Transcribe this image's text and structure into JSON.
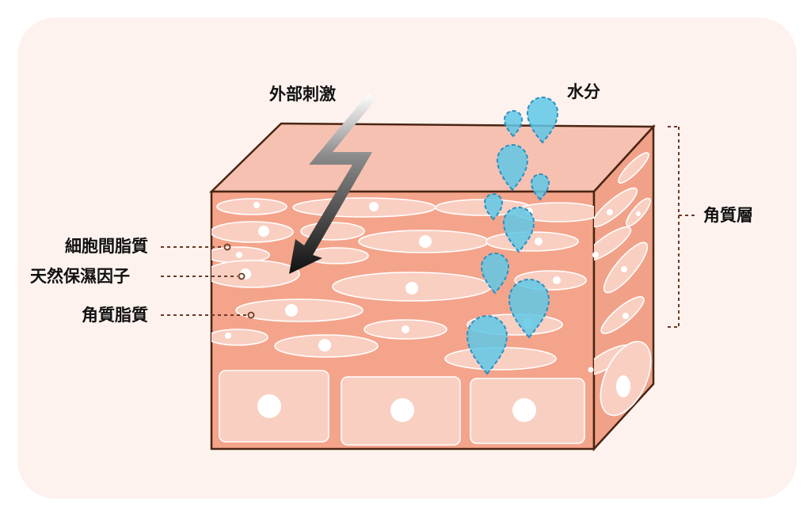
{
  "labels": {
    "external_stimulus": "外部刺激",
    "water": "水分",
    "stratum_corneum": "角質層",
    "intercellular_lipids": "細胞間脂質",
    "nmf": "天然保濕因子",
    "keratin_lipids": "角質脂質"
  },
  "colors": {
    "background": "#fdf2ee",
    "skin_top": "#f7c1b1",
    "skin_front": "#f4a48b",
    "skin_side": "#f1a188",
    "cell_fill": "#f9cfc2",
    "block_outline": "#4a2513",
    "water_drop": "#5fc8e6",
    "water_drop_stroke": "#2f8fbf",
    "arrow_dark": "#1c1c1c",
    "leader_line": "#6b3a26"
  },
  "icons": {
    "stimulus": "lightning-arrow-icon",
    "water": "water-drop-icon"
  }
}
